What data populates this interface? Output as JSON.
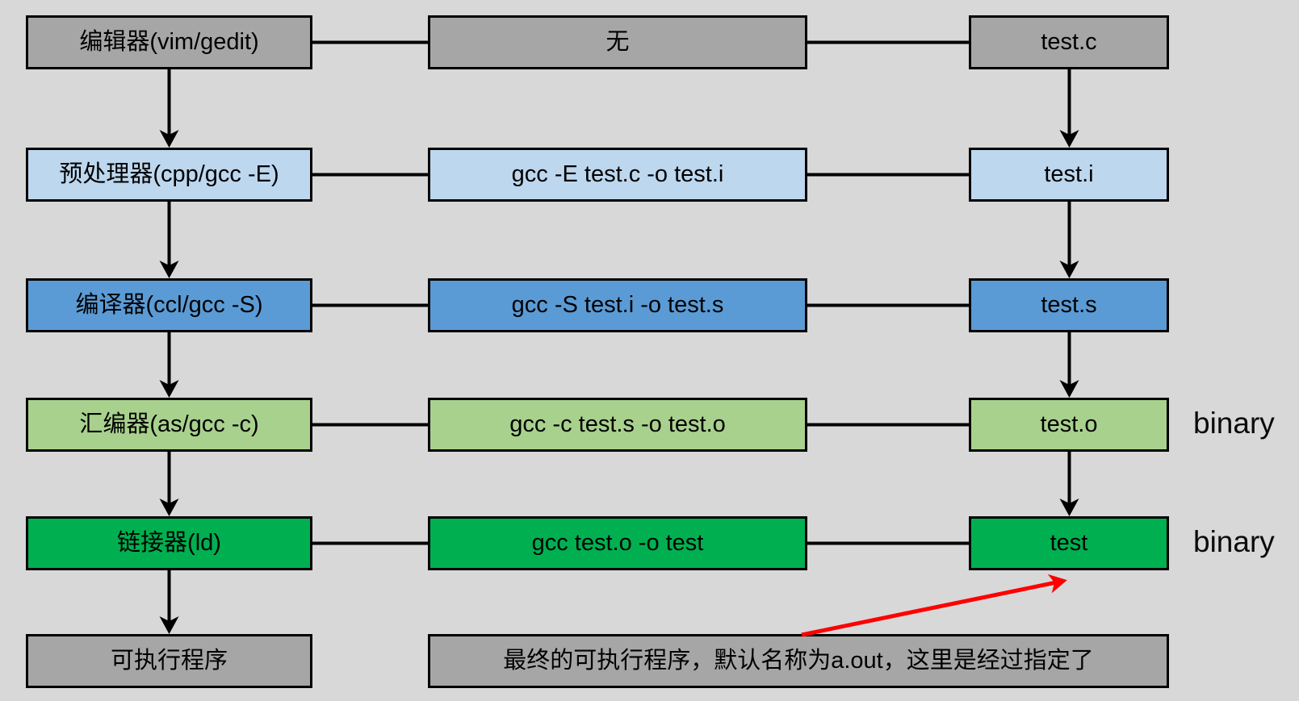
{
  "diagram": {
    "title_implied": "gcc compilation pipeline",
    "background_color": "#d8d8d8",
    "border_color": "#000000",
    "connector_color": "#000000",
    "annotation_arrow_color": "#ff0000",
    "row_colors": {
      "editor": "#a6a6a6",
      "preprocessor": "#bdd7ee",
      "compiler": "#5b9bd5",
      "assembler": "#a9d18e",
      "linker": "#00b050",
      "final": "#a6a6a6"
    },
    "rows": [
      {
        "tool": "编辑器(vim/gedit)",
        "command": "无",
        "output": "test.c",
        "side_label": ""
      },
      {
        "tool": "预处理器(cpp/gcc -E)",
        "command": "gcc -E test.c -o test.i",
        "output": "test.i",
        "side_label": ""
      },
      {
        "tool": "编译器(ccl/gcc -S)",
        "command": "gcc -S test.i -o test.s",
        "output": "test.s",
        "side_label": ""
      },
      {
        "tool": "汇编器(as/gcc -c)",
        "command": "gcc -c test.s -o test.o",
        "output": "test.o",
        "side_label": "binary"
      },
      {
        "tool": "链接器(ld)",
        "command": "gcc test.o -o test",
        "output": "test",
        "side_label": "binary"
      }
    ],
    "final_row": {
      "label": "可执行程序",
      "note": "最终的可执行程序，默认名称为a.out，这里是经过指定了"
    }
  }
}
